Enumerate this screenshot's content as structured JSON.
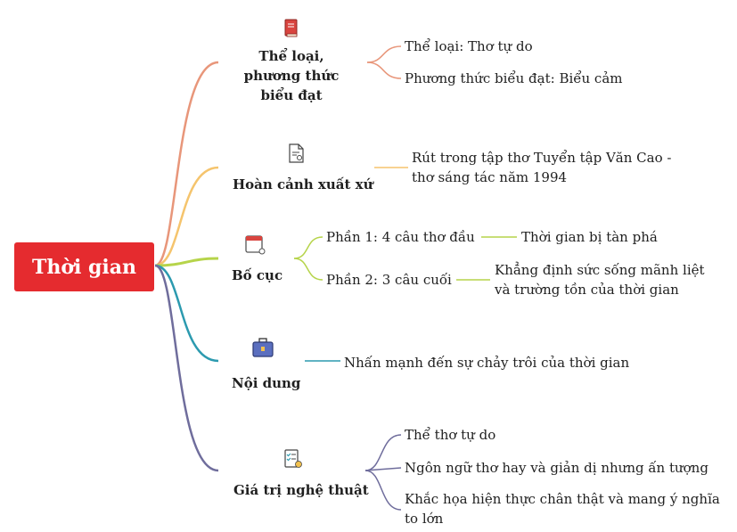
{
  "root": {
    "label": "Thời gian"
  },
  "branches": [
    {
      "label_lines": [
        "Thể loại,",
        "phương thức",
        "biểu đạt"
      ],
      "icon": "book-icon",
      "color": "#e8967a",
      "children": [
        {
          "lines": [
            "Thể loại: Thơ tự do"
          ]
        },
        {
          "lines": [
            "Phương thức biểu đạt: Biểu cảm"
          ]
        }
      ]
    },
    {
      "label_lines": [
        "Hoàn cảnh xuất xứ"
      ],
      "icon": "document-icon",
      "color": "#f5c46d",
      "children": [
        {
          "lines": [
            "Rút trong tập thơ Tuyển tập Văn Cao -",
            "thơ sáng tác năm 1994"
          ]
        }
      ]
    },
    {
      "label_lines": [
        "Bố cục"
      ],
      "icon": "calendar-icon",
      "color": "#b6d44a",
      "children": [
        {
          "lines": [
            "Phần 1: 4 câu thơ đầu"
          ],
          "sub": {
            "lines": [
              "Thời gian bị tàn phá"
            ]
          }
        },
        {
          "lines": [
            "Phần 2: 3 câu cuối"
          ],
          "sub": {
            "lines": [
              "Khẳng định sức sống mãnh liệt",
              "và trường tồn của thời gian"
            ]
          }
        }
      ]
    },
    {
      "label_lines": [
        "Nội dung"
      ],
      "icon": "briefcase-icon",
      "color": "#2c9aaf",
      "children": [
        {
          "lines": [
            "Nhấn mạnh đến sự chảy trôi của thời gian"
          ]
        }
      ]
    },
    {
      "label_lines": [
        "Giá trị nghệ thuật"
      ],
      "icon": "checklist-icon",
      "color": "#6f6d9c",
      "children": [
        {
          "lines": [
            "Thể thơ tự do"
          ]
        },
        {
          "lines": [
            "Ngôn ngữ thơ hay và giản dị nhưng ấn tượng"
          ]
        },
        {
          "lines": [
            "Khắc họa hiện thực chân thật và mang ý nghĩa",
            "to lớn"
          ]
        }
      ]
    }
  ]
}
